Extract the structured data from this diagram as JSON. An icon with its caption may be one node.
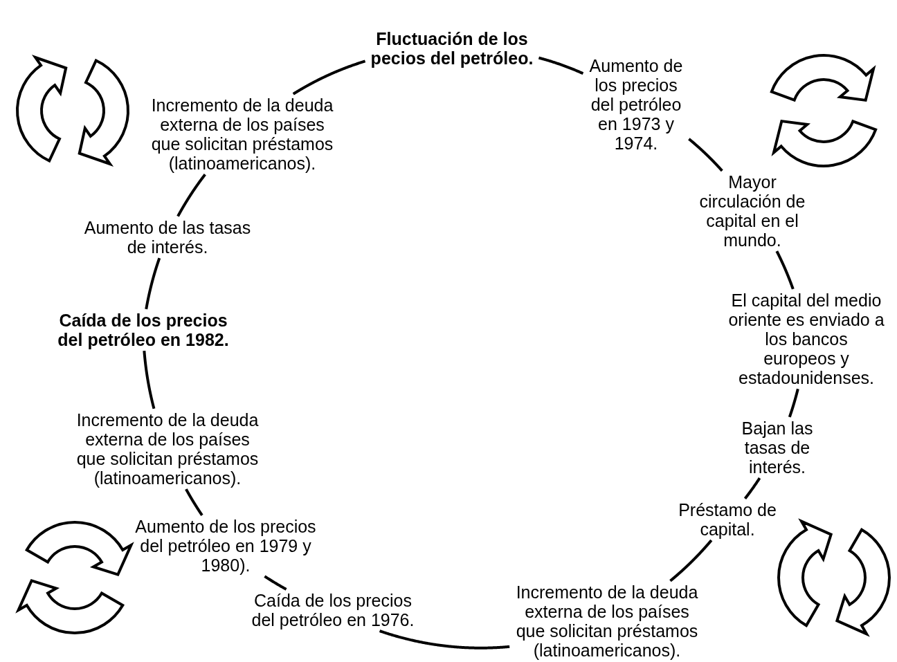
{
  "diagram": {
    "nodes": [
      {
        "text": [
          "Fluctuación de los pecios del petróleo."
        ]
      },
      {
        "text": [
          "Aumento de los precios del petróleo en 1973 y 1974."
        ]
      },
      {
        "text": [
          "Mayor circulación de capital en el mundo."
        ]
      },
      {
        "text": [
          "El capital del medio oriente es enviado a los bancos europeos y estadounidenses."
        ]
      },
      {
        "text": [
          "Bajan las tasas de interés."
        ]
      },
      {
        "text": [
          "Préstamo de capital."
        ]
      },
      {
        "text": [
          "Incremento de la deuda externa de los países que solicitan préstamos (latinoamericanos)."
        ]
      },
      {
        "text": [
          "Caída de los precios del petróleo en 1976."
        ]
      },
      {
        "text": [
          "Aumento de los precios del petróleo en 1979 y 1980)."
        ]
      },
      {
        "text": [
          "Incremento de la deuda externa de los países que solicitan préstamos (latinoamericanos)."
        ]
      },
      {
        "text": [
          "Caída de los precios del petróleo en 1982."
        ]
      },
      {
        "text": [
          "Aumento de las tasas de interés."
        ]
      },
      {
        "text": [
          "Incremento de la deuda externa de los países que solicitan préstamos (latinoamericanos)."
        ]
      }
    ],
    "edges": [
      {
        "from": 0,
        "to": 1,
        "arrow": "none"
      },
      {
        "from": 1,
        "to": 2,
        "arrow": "none"
      },
      {
        "from": 2,
        "to": 3,
        "arrow": "none"
      },
      {
        "from": 3,
        "to": 4,
        "arrow": "none"
      },
      {
        "from": 4,
        "to": 5,
        "arrow": "none"
      },
      {
        "from": 5,
        "to": 6,
        "arrow": "none"
      },
      {
        "from": 6,
        "to": 7,
        "arrow": "none"
      },
      {
        "from": 7,
        "to": 8,
        "arrow": "none"
      },
      {
        "from": 8,
        "to": 9,
        "arrow": "none"
      },
      {
        "from": 9,
        "to": 10,
        "arrow": "none"
      },
      {
        "from": 10,
        "to": 11,
        "arrow": "none"
      },
      {
        "from": 11,
        "to": 12,
        "arrow": "none"
      },
      {
        "from": 12,
        "to": 0,
        "arrow": "none"
      }
    ]
  }
}
